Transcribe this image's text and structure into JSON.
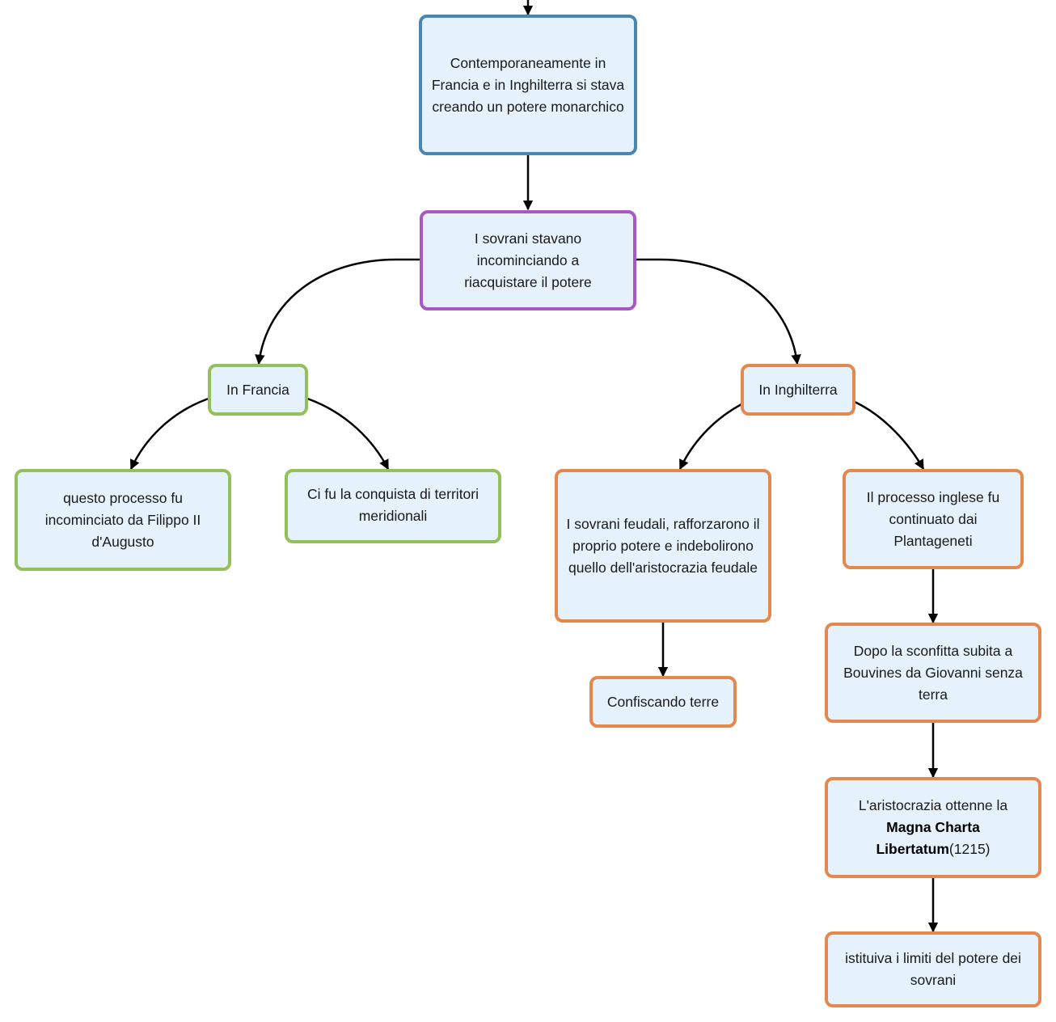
{
  "colors": {
    "blue": "#4987b3",
    "purple": "#a957c6",
    "green": "#93c05a",
    "orange": "#e4884e",
    "node_fill": "#e5f2fc",
    "connector": "#000000"
  },
  "nodes": {
    "root": {
      "text": "Contemporaneamente in Francia e in Inghilterra si stava creando un potere monarchico"
    },
    "sovereigns": {
      "text": "I sovrani stavano incominciando a riacquistare il potere"
    },
    "france": {
      "text": "In Francia"
    },
    "filippo": {
      "text": "questo processo fu incominciato da Filippo II d'Augusto"
    },
    "conquista": {
      "text": "Ci fu la conquista di territori meridionali"
    },
    "england": {
      "text": "In Inghilterra"
    },
    "feudali": {
      "text": "I sovrani feudali, rafforzarono il proprio potere e indebolirono quello dell'aristocrazia feudale"
    },
    "confiscando": {
      "text": "Confiscando terre"
    },
    "plantageneti": {
      "text": "Il processo inglese fu continuato dai Plantageneti"
    },
    "bouvines": {
      "text": "Dopo la sconfitta subita a Bouvines da Giovanni senza terra"
    },
    "magna": {
      "prefix": "L'aristocrazia ottenne la",
      "bold": "Magna Charta Libertatum",
      "suffix": "(1215)"
    },
    "limiti": {
      "text": "istituiva i limiti del potere dei sovrani"
    }
  }
}
